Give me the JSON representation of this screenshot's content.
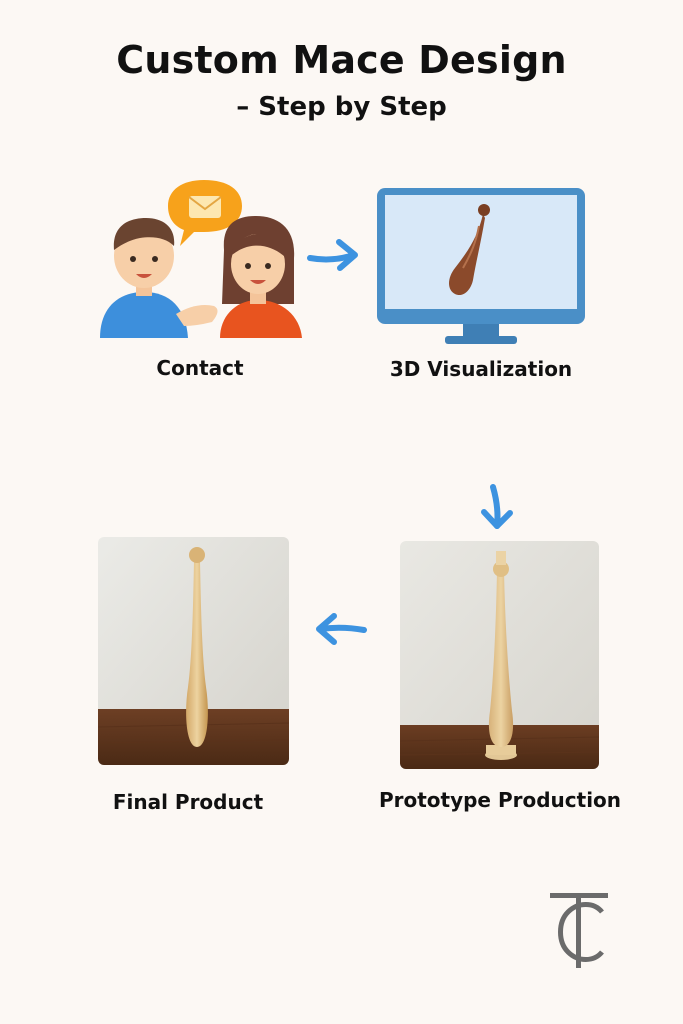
{
  "header": {
    "title": "Custom Mace Design",
    "subtitle": "– Step by Step"
  },
  "steps": [
    {
      "label": "Contact"
    },
    {
      "label": "3D Visualization"
    },
    {
      "label": "Prototype Production"
    },
    {
      "label": "Final Product"
    }
  ],
  "colors": {
    "arrow": "#3d93e0",
    "monitor": "#4a8fc7",
    "speech_bubble": "#f7a21b"
  },
  "logo": {
    "text": "TC"
  }
}
